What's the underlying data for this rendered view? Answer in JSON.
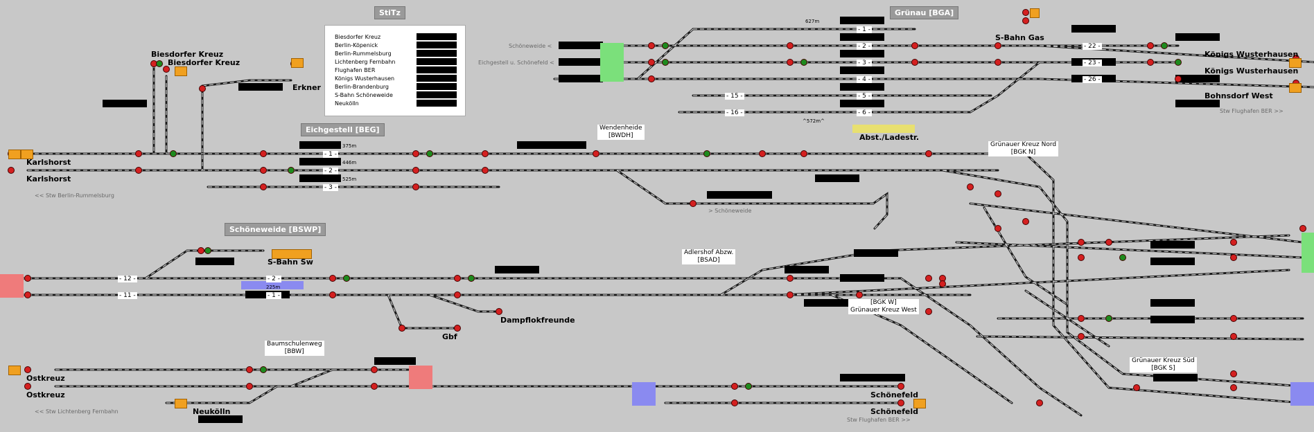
{
  "window": {
    "title": "Stellwerk Gleisbild"
  },
  "areas": {
    "stitz": "StiTz",
    "gruenau": "Grünau [BGA]",
    "eichgestell": "Eichgestell [BEG]",
    "schoeneweide": "Schöneweide [BSWP]"
  },
  "legend": {
    "items": [
      "Biesdorfer Kreuz",
      "Berlin-Köpenick",
      "Berlin-Rummelsburg",
      "Lichtenberg Fernbahn",
      "Flughafen BER",
      "Königs Wusterhausen",
      "Berlin-Brandenburg",
      "S-Bahn Schöneweide",
      "Neukölln"
    ]
  },
  "stations": {
    "biesdorfer_kreuz_1": "Biesdorfer Kreuz",
    "biesdorfer_kreuz_2": "Biesdorfer Kreuz",
    "erkner": "Erkner",
    "karlshorst_1": "Karlshorst",
    "karlshorst_2": "Karlshorst",
    "sbahn_sw": "S-Bahn Sw",
    "dampflokfreunde": "Dampflokfreunde",
    "gbf": "Gbf",
    "ostkreuz_1": "Ostkreuz",
    "ostkreuz_2": "Ostkreuz",
    "neukoelln": "Neukölln",
    "schoenefeld_1": "Schönefeld",
    "schoenefeld_2": "Schönefeld",
    "sbahn_gas": "S-Bahn Gas",
    "kw_1": "Königs Wusterhausen",
    "kw_2": "Königs Wusterhausen",
    "bohnsdorf_west": "Bohnsdorf West",
    "abst_ladestr": "Abst./Ladestr."
  },
  "junctions": {
    "wendenheide": "Wendenheide\n[BWDH]",
    "adlershof": "Adlershof Abzw.\n[BSAD]",
    "baumschulenweg": "Baumschulenweg\n[BBW]",
    "gruenauer_nord": "Grünauer Kreuz Nord\n[BGK N]",
    "gruenauer_west": "[BGK W]\nGrünauer Kreuz West",
    "gruenauer_sued": "Grünauer Kreuz Süd\n[BGK S]"
  },
  "hints": {
    "stw_rummelsburg": "<< Stw Berlin-Rummelsburg",
    "stw_lichtenberg": "<< Stw Lichtenberg Fernbahn",
    "stw_flughafen_1": "Stw Flughafen BER >>",
    "stw_flughafen_2": "Stw Flughafen BER >>",
    "schoeneweide_arrow": "> Schöneweide",
    "schoeneweide_left": "Schöneweide <",
    "eichgestell_left": "Eichgestell u. Schönefeld <"
  },
  "track_numbers": {
    "eg1": "- 1 -",
    "eg2": "- 2 -",
    "eg3": "- 3 -",
    "eg1_len": "375m",
    "eg2_len": "446m",
    "eg3_len": "525m",
    "sw12": "- 12 -",
    "sw11": "- 11 -",
    "sw2": "- 2 -",
    "sw1": "- 1 -",
    "sw_len": "225m",
    "g1": "- 1 -",
    "g2": "- 2 -",
    "g3": "- 3 -",
    "g4": "- 4 -",
    "g5": "- 5 -",
    "g6": "- 6 -",
    "g15": "- 15 -",
    "g16": "- 16 -",
    "g22": "- 22 -",
    "g23": "- 23 -",
    "g26": "- 26 -",
    "g_len_top": "627m",
    "g_len_572": "^572m^"
  },
  "colors": {
    "background": "#c8c8c8",
    "track": "#1a1a1a",
    "signal_red": "#d42020",
    "signal_green": "#1e8a1e",
    "occupied_orange": "#f0a020"
  }
}
